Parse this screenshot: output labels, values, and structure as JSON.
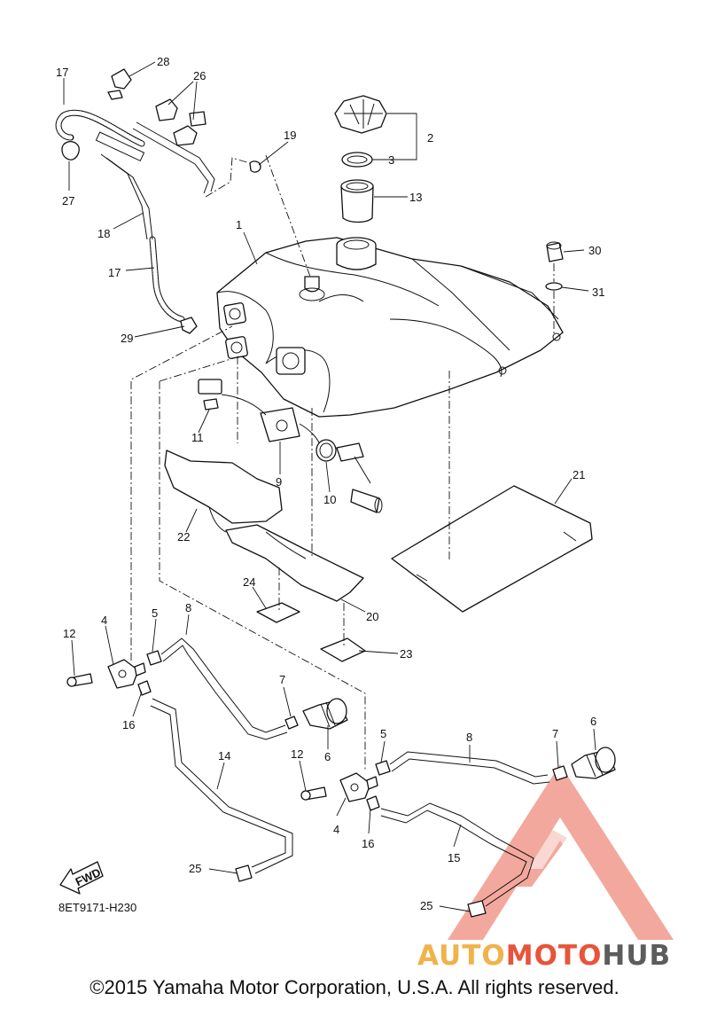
{
  "diagram": {
    "callouts": [
      "1",
      "2",
      "3",
      "4",
      "5",
      "6",
      "7",
      "8",
      "9",
      "10",
      "11",
      "12",
      "13",
      "14",
      "15",
      "16",
      "17",
      "18",
      "19",
      "20",
      "21",
      "22",
      "23",
      "24",
      "25",
      "26",
      "27",
      "28",
      "29",
      "30",
      "31"
    ],
    "fwd_label": "FWD",
    "ref_code": "8ET9171-H230"
  },
  "watermark": {
    "part1": "AUTO",
    "part2": "MOTO",
    "part3": "HUB",
    "colors": {
      "auto": "#f0b24a",
      "moto": "#e8543a",
      "hub": "#5c5c5c",
      "logo": "#f19a8d"
    }
  },
  "copyright": "©2015 Yamaha Motor Corporation, U.S.A. All rights reserved."
}
